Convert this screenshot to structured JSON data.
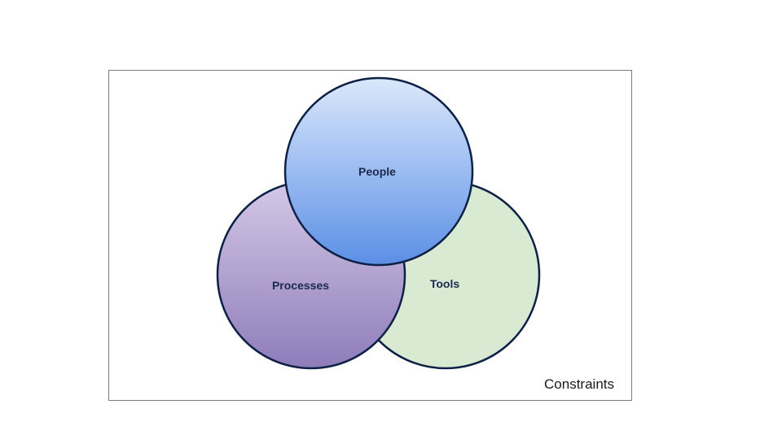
{
  "diagram": {
    "boundary_label": "Constraints",
    "circles": [
      {
        "id": "tools",
        "label": "Tools",
        "fill_top": "#d9ead3",
        "fill_bottom": "#d9ead3",
        "stroke": "#0d2147"
      },
      {
        "id": "processes",
        "label": "Processes",
        "fill_top": "#d5c8e6",
        "fill_bottom": "#8e7cba",
        "stroke": "#0d2147"
      },
      {
        "id": "people",
        "label": "People",
        "fill_top": "#dbe8fb",
        "fill_bottom": "#5b8fe6",
        "stroke": "#0d2147"
      }
    ]
  }
}
